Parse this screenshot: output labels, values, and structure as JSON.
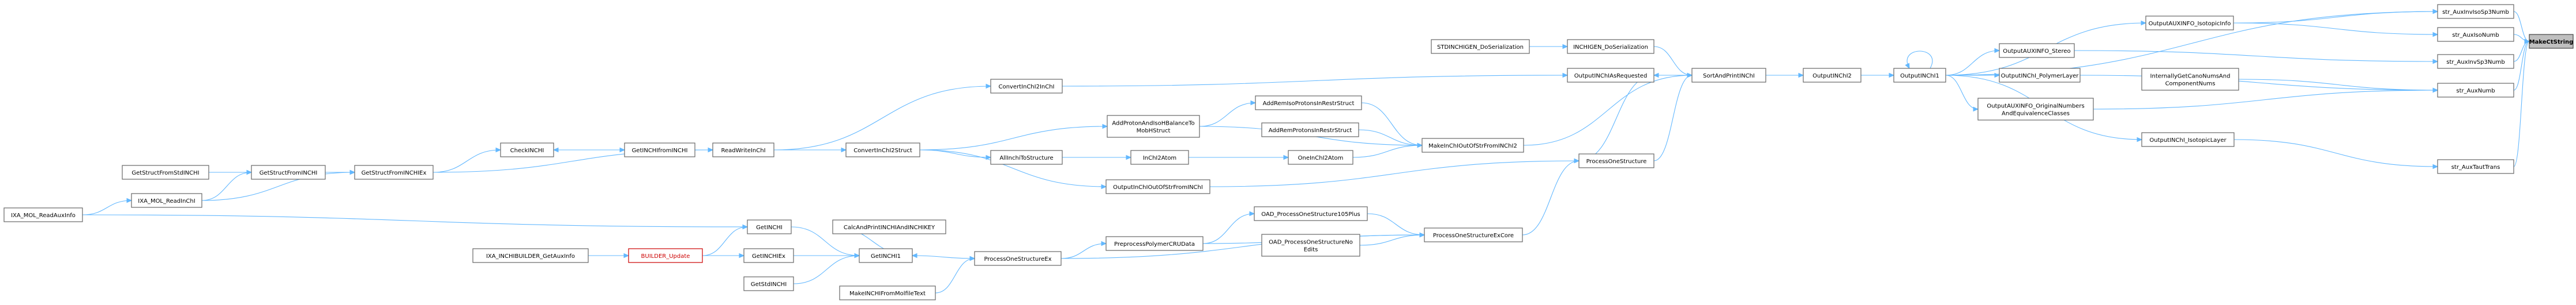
{
  "nodes": [
    {
      "id": "MakeCtString",
      "label": [
        "MakeCtString"
      ],
      "root": true
    },
    {
      "id": "str_AuxInvIsoSp3Numb",
      "label": [
        "str_AuxInvIsoSp3Numb"
      ]
    },
    {
      "id": "OutputAUXINFO_IsotopicInfo",
      "label": [
        "OutputAUXINFO_IsotopicInfo"
      ]
    },
    {
      "id": "str_AuxIsoNumb",
      "label": [
        "str_AuxIsoNumb"
      ]
    },
    {
      "id": "str_AuxInvSp3Numb",
      "label": [
        "str_AuxInvSp3Numb"
      ]
    },
    {
      "id": "str_AuxNumb",
      "label": [
        "str_AuxNumb"
      ]
    },
    {
      "id": "str_AuxTautTrans",
      "label": [
        "str_AuxTautTrans"
      ]
    },
    {
      "id": "OutputAUXINFO_Stereo",
      "label": [
        "OutputAUXINFO_Stereo"
      ]
    },
    {
      "id": "OutputINChI_PolymerLayer",
      "label": [
        "OutputINChI_PolymerLayer"
      ]
    },
    {
      "id": "InternallyGetCanoNumsAndComponentNums",
      "label": [
        "InternallyGetCanoNumsAnd",
        "ComponentNums"
      ]
    },
    {
      "id": "OutputAUXINFO_OriginalNumbersAndEquivalenceClasses",
      "label": [
        "OutputAUXINFO_OriginalNumbers",
        "AndEquivalenceClasses"
      ]
    },
    {
      "id": "OutputINChI_IsotopicLayer",
      "label": [
        "OutputINChI_IsotopicLayer"
      ]
    },
    {
      "id": "OutputINChI1",
      "label": [
        "OutputINChI1"
      ]
    },
    {
      "id": "OutputINChI2",
      "label": [
        "OutputINChI2"
      ]
    },
    {
      "id": "SortAndPrintINChI",
      "label": [
        "SortAndPrintINChI"
      ]
    },
    {
      "id": "INCHIGEN_DoSerialization",
      "label": [
        "INCHIGEN_DoSerialization"
      ]
    },
    {
      "id": "STDINCHIGEN_DoSerialization",
      "label": [
        "STDINCHIGEN_DoSerialization"
      ]
    },
    {
      "id": "OutputINChIAsRequested",
      "label": [
        "OutputINChIAsRequested"
      ]
    },
    {
      "id": "ConvertInChI2InChI",
      "label": [
        "ConvertInChI2InChI"
      ]
    },
    {
      "id": "ProcessOneStructure",
      "label": [
        "ProcessOneStructure"
      ]
    },
    {
      "id": "ProcessOneStructureExCore",
      "label": [
        "ProcessOneStructureExCore"
      ]
    },
    {
      "id": "MakeInChIOutOfStrFromINChI2",
      "label": [
        "MakeInChIOutOfStrFromINChI2"
      ]
    },
    {
      "id": "AddRemIsoProtonsInRestrStruct",
      "label": [
        "AddRemIsoProtonsInRestrStruct"
      ]
    },
    {
      "id": "AddRemProtonsInRestrStruct",
      "label": [
        "AddRemProtonsInRestrStruct"
      ]
    },
    {
      "id": "OneInChI2Atom",
      "label": [
        "OneInChI2Atom"
      ]
    },
    {
      "id": "AddProtonAndIsoHBalanceToMobHStruct",
      "label": [
        "AddProtonAndIsoHBalanceTo",
        "MobHStruct"
      ]
    },
    {
      "id": "InChI2Atom",
      "label": [
        "InChI2Atom"
      ]
    },
    {
      "id": "AllInchiToStructure",
      "label": [
        "AllInchiToStructure"
      ]
    },
    {
      "id": "ConvertInChI2Struct",
      "label": [
        "ConvertInChI2Struct"
      ]
    },
    {
      "id": "OutputInChIOutOfStrFromINChI",
      "label": [
        "OutputInChIOutOfStrFromINChI"
      ]
    },
    {
      "id": "ReadWriteInChI",
      "label": [
        "ReadWriteInChI"
      ]
    },
    {
      "id": "GetINCHIfromINCHI",
      "label": [
        "GetINCHIfromINCHI"
      ]
    },
    {
      "id": "CheckINCHI",
      "label": [
        "CheckINCHI"
      ]
    },
    {
      "id": "GetStructFromINCHIEx",
      "label": [
        "GetStructFromINCHIEx"
      ]
    },
    {
      "id": "GetStructFromINCHI",
      "label": [
        "GetStructFromINCHI"
      ]
    },
    {
      "id": "GetStructFromStdINCHI",
      "label": [
        "GetStructFromStdINCHI"
      ]
    },
    {
      "id": "IXA_MOL_ReadInChI",
      "label": [
        "IXA_MOL_ReadInChI"
      ]
    },
    {
      "id": "IXA_MOL_ReadAuxInfo",
      "label": [
        "IXA_MOL_ReadAuxInfo"
      ]
    },
    {
      "id": "OAD_ProcessOneStructure105Plus",
      "label": [
        "OAD_ProcessOneStructure105Plus"
      ]
    },
    {
      "id": "OAD_ProcessOneStructureNoEdits",
      "label": [
        "OAD_ProcessOneStructureNo",
        "Edits"
      ]
    },
    {
      "id": "PreprocessPolymerCRUData",
      "label": [
        "PreprocessPolymerCRUData"
      ]
    },
    {
      "id": "ProcessOneStructureEx",
      "label": [
        "ProcessOneStructureEx"
      ]
    },
    {
      "id": "CalcAndPrintINCHIAndINCHIKEY",
      "label": [
        "CalcAndPrintINCHIAndINCHIKEY"
      ]
    },
    {
      "id": "GetINCHI1",
      "label": [
        "GetINCHI1"
      ]
    },
    {
      "id": "MakeINCHIFromMolfileText",
      "label": [
        "MakeINCHIFromMolfileText"
      ]
    },
    {
      "id": "GetINCHI",
      "label": [
        "GetINCHI"
      ]
    },
    {
      "id": "GetINCHIEx",
      "label": [
        "GetINCHIEx"
      ]
    },
    {
      "id": "GetStdINCHI",
      "label": [
        "GetStdINCHI"
      ]
    },
    {
      "id": "BUILDER_Update",
      "label": [
        "BUILDER_Update"
      ],
      "red": true
    },
    {
      "id": "IXA_INCHIBUILDER_GetAuxInfo",
      "label": [
        "IXA_INCHIBUILDER_GetAuxInfo"
      ]
    }
  ],
  "edges": [
    [
      "str_AuxInvIsoSp3Numb",
      "MakeCtString"
    ],
    [
      "str_AuxIsoNumb",
      "MakeCtString"
    ],
    [
      "str_AuxInvSp3Numb",
      "MakeCtString"
    ],
    [
      "str_AuxNumb",
      "MakeCtString"
    ],
    [
      "str_AuxTautTrans",
      "MakeCtString"
    ],
    [
      "OutputAUXINFO_IsotopicInfo",
      "str_AuxInvIsoSp3Numb"
    ],
    [
      "OutputAUXINFO_IsotopicInfo",
      "str_AuxIsoNumb"
    ],
    [
      "OutputAUXINFO_Stereo",
      "str_AuxInvSp3Numb"
    ],
    [
      "OutputINChI_PolymerLayer",
      "str_AuxNumb"
    ],
    [
      "InternallyGetCanoNumsAndComponentNums",
      "str_AuxNumb"
    ],
    [
      "OutputAUXINFO_OriginalNumbersAndEquivalenceClasses",
      "str_AuxNumb"
    ],
    [
      "OutputINChI_IsotopicLayer",
      "str_AuxTautTrans"
    ],
    [
      "OutputINChI1",
      "OutputAUXINFO_IsotopicInfo"
    ],
    [
      "OutputINChI1",
      "OutputAUXINFO_Stereo"
    ],
    [
      "OutputINChI1",
      "OutputINChI_PolymerLayer"
    ],
    [
      "OutputINChI1",
      "OutputAUXINFO_OriginalNumbersAndEquivalenceClasses"
    ],
    [
      "OutputINChI1",
      "OutputINChI_IsotopicLayer"
    ],
    [
      "OutputINChI1",
      "str_AuxInvIsoSp3Numb"
    ],
    [
      "OutputINChI1",
      "OutputINChI1"
    ],
    [
      "OutputINChI2",
      "OutputINChI1"
    ],
    [
      "SortAndPrintINChI",
      "OutputINChI2"
    ],
    [
      "INCHIGEN_DoSerialization",
      "SortAndPrintINChI"
    ],
    [
      "STDINCHIGEN_DoSerialization",
      "INCHIGEN_DoSerialization"
    ],
    [
      "OutputINChIAsRequested",
      "SortAndPrintINChI"
    ],
    [
      "ConvertInChI2InChI",
      "OutputINChIAsRequested"
    ],
    [
      "ProcessOneStructure",
      "OutputINChIAsRequested"
    ],
    [
      "ProcessOneStructure",
      "SortAndPrintINChI"
    ],
    [
      "MakeInChIOutOfStrFromINChI2",
      "SortAndPrintINChI"
    ],
    [
      "ProcessOneStructureExCore",
      "ProcessOneStructure"
    ],
    [
      "AddRemIsoProtonsInRestrStruct",
      "MakeInChIOutOfStrFromINChI2"
    ],
    [
      "AddRemProtonsInRestrStruct",
      "MakeInChIOutOfStrFromINChI2"
    ],
    [
      "OneInChI2Atom",
      "MakeInChIOutOfStrFromINChI2"
    ],
    [
      "AddProtonAndIsoHBalanceToMobHStruct",
      "AddRemIsoProtonsInRestrStruct"
    ],
    [
      "AddProtonAndIsoHBalanceToMobHStruct",
      "MakeInChIOutOfStrFromINChI2"
    ],
    [
      "InChI2Atom",
      "OneInChI2Atom"
    ],
    [
      "AllInchiToStructure",
      "InChI2Atom"
    ],
    [
      "ConvertInChI2Struct",
      "AddProtonAndIsoHBalanceToMobHStruct"
    ],
    [
      "ConvertInChI2Struct",
      "AllInchiToStructure"
    ],
    [
      "ConvertInChI2Struct",
      "OutputInChIOutOfStrFromINChI"
    ],
    [
      "OutputInChIOutOfStrFromINChI",
      "ProcessOneStructure"
    ],
    [
      "ReadWriteInChI",
      "ConvertInChI2InChI"
    ],
    [
      "ReadWriteInChI",
      "ConvertInChI2Struct"
    ],
    [
      "GetINCHIfromINCHI",
      "ReadWriteInChI"
    ],
    [
      "CheckINCHI",
      "GetINCHIfromINCHI"
    ],
    [
      "GetINCHIfromINCHI",
      "CheckINCHI"
    ],
    [
      "GetStructFromINCHIEx",
      "CheckINCHI"
    ],
    [
      "GetStructFromINCHIEx",
      "ReadWriteInChI"
    ],
    [
      "GetStructFromINCHI",
      "GetStructFromINCHIEx"
    ],
    [
      "IXA_MOL_ReadInChI",
      "GetStructFromINCHIEx"
    ],
    [
      "GetStructFromStdINCHI",
      "GetStructFromINCHI"
    ],
    [
      "IXA_MOL_ReadInChI",
      "GetStructFromINCHI"
    ],
    [
      "IXA_MOL_ReadAuxInfo",
      "IXA_MOL_ReadInChI"
    ],
    [
      "IXA_MOL_ReadAuxInfo",
      "GetINCHI"
    ],
    [
      "OAD_ProcessOneStructure105Plus",
      "ProcessOneStructureExCore"
    ],
    [
      "OAD_ProcessOneStructureNoEdits",
      "ProcessOneStructureExCore"
    ],
    [
      "PreprocessPolymerCRUData",
      "OAD_ProcessOneStructure105Plus"
    ],
    [
      "PreprocessPolymerCRUData",
      "ProcessOneStructureExCore"
    ],
    [
      "ProcessOneStructureEx",
      "PreprocessPolymerCRUData"
    ],
    [
      "ProcessOneStructureEx",
      "ProcessOneStructureExCore"
    ],
    [
      "CalcAndPrintINCHIAndINCHIKEY",
      "GetINCHI1"
    ],
    [
      "GetINCHI1",
      "ProcessOneStructureEx"
    ],
    [
      "MakeINCHIFromMolfileText",
      "ProcessOneStructureEx"
    ],
    [
      "GetINCHI",
      "GetINCHI1"
    ],
    [
      "GetINCHIEx",
      "GetINCHI1"
    ],
    [
      "GetStdINCHI",
      "GetINCHI1"
    ],
    [
      "BUILDER_Update",
      "GetINCHI"
    ],
    [
      "BUILDER_Update",
      "GetINCHIEx"
    ],
    [
      "IXA_INCHIBUILDER_GetAuxInfo",
      "BUILDER_Update"
    ]
  ]
}
